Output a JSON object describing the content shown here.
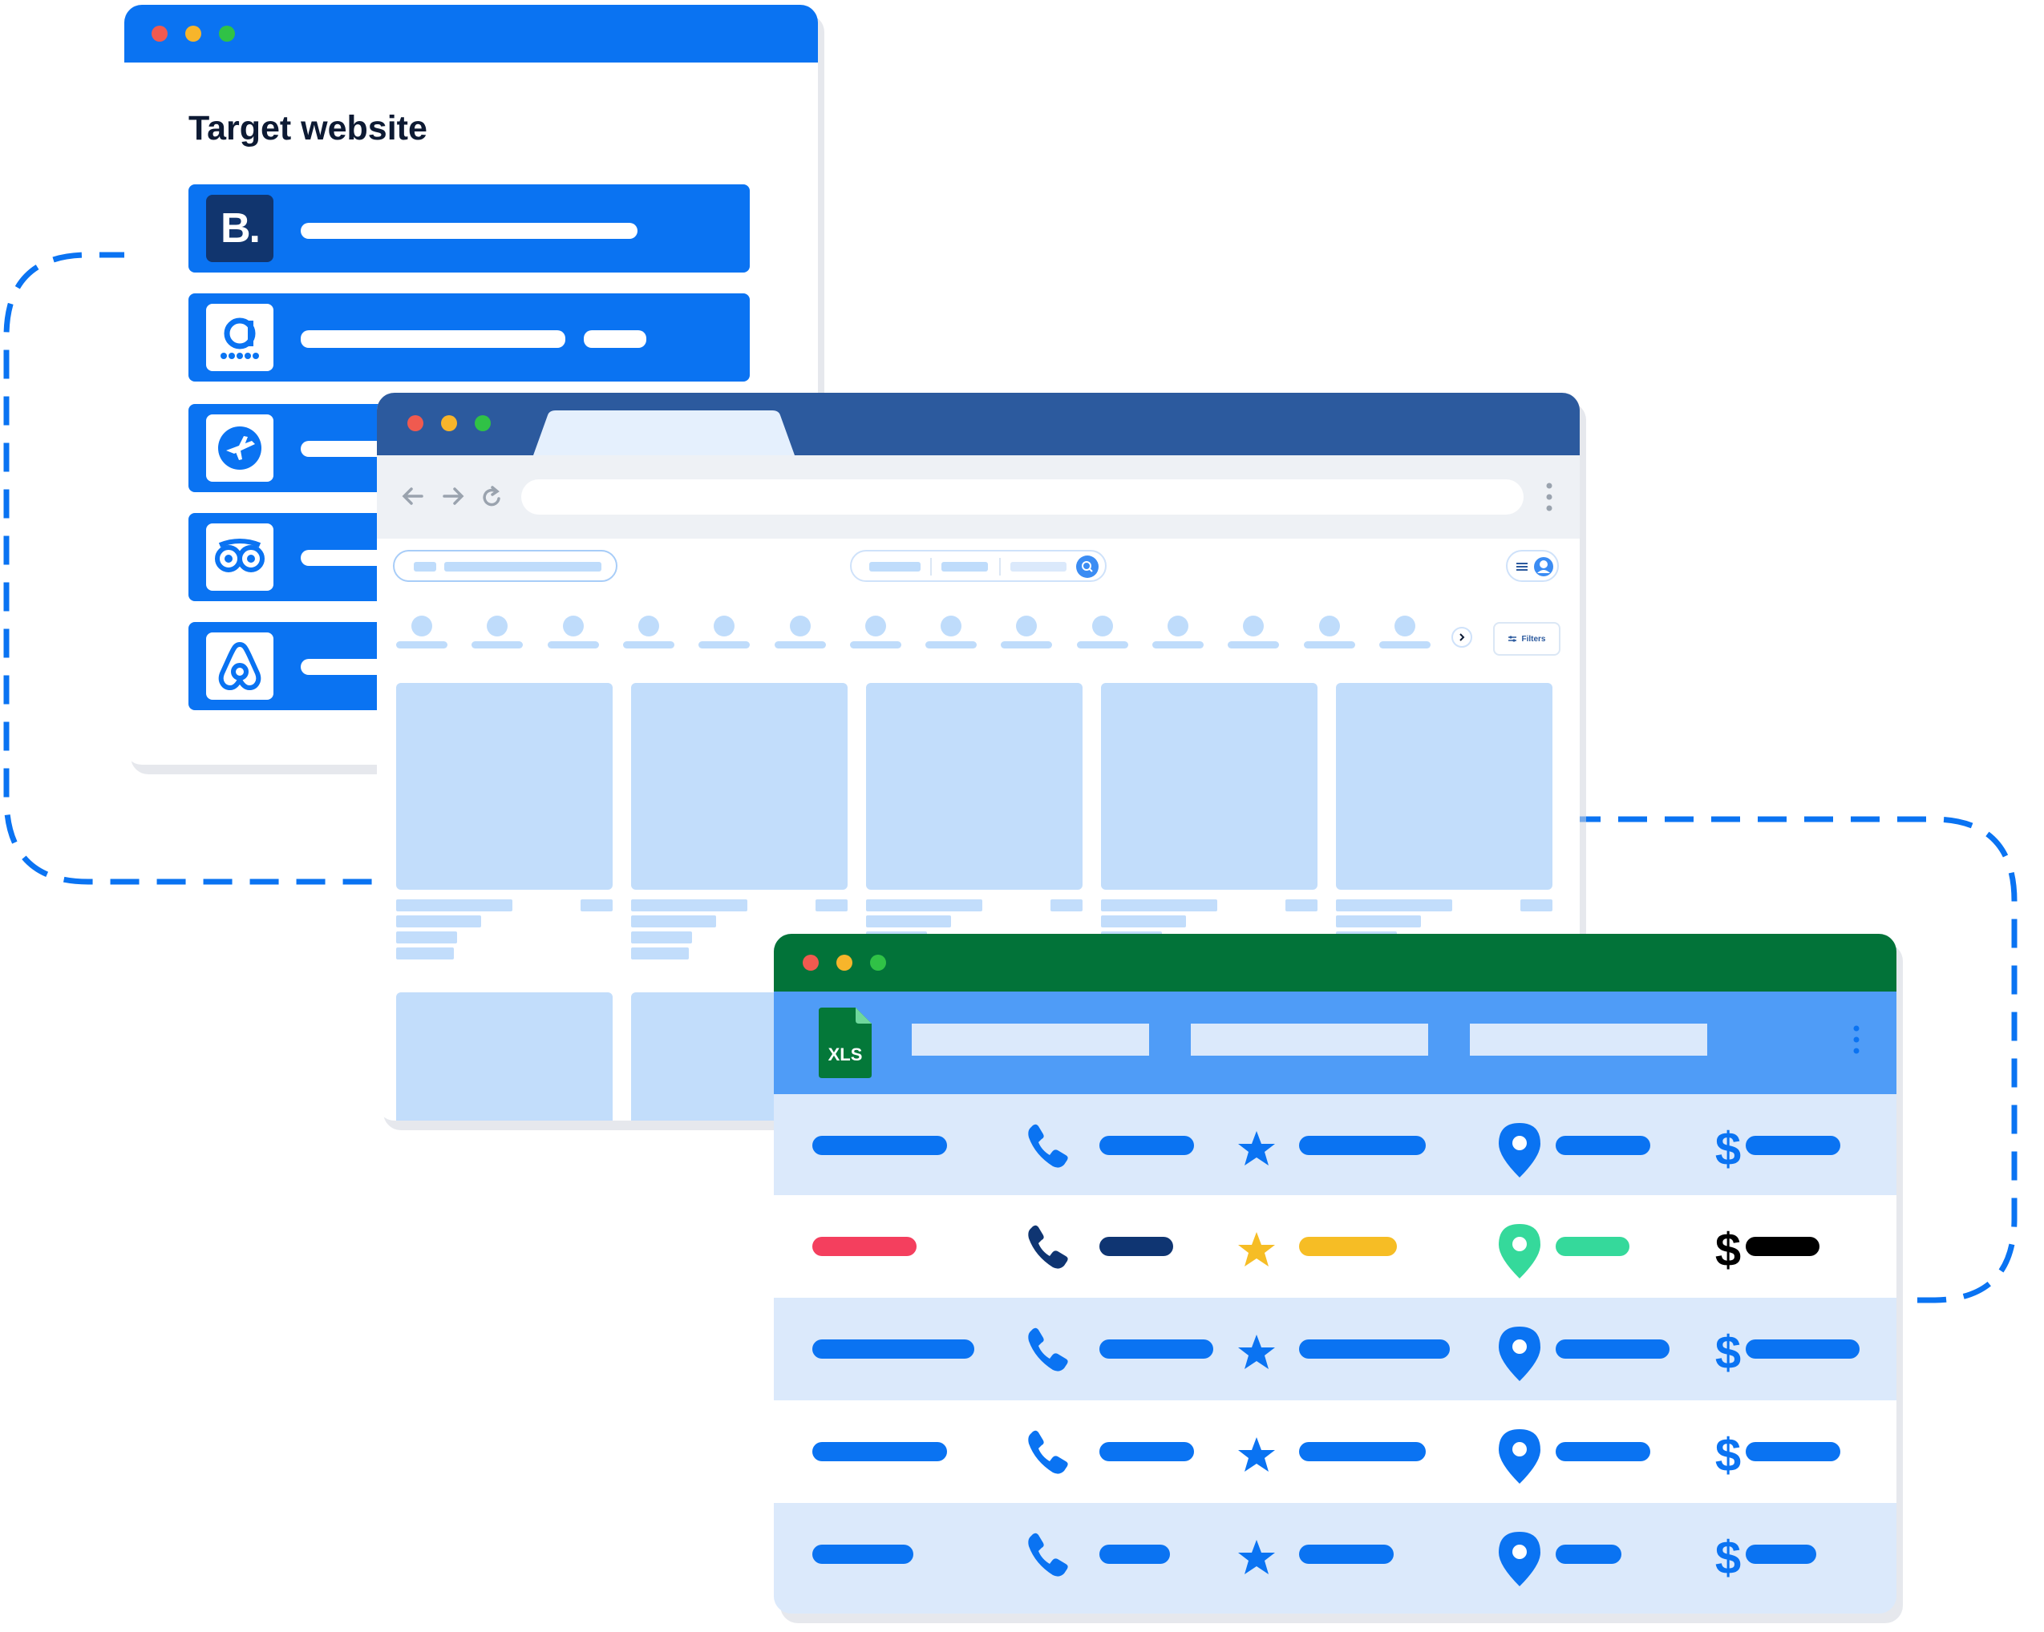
{
  "target_window": {
    "title": "Target website",
    "titlebar_color": "#0a73f2",
    "items": [
      {
        "logo": "booking-logo-icon",
        "logo_text": "B."
      },
      {
        "logo": "agoda-logo-icon"
      },
      {
        "logo": "expedia-logo-icon"
      },
      {
        "logo": "tripadvisor-logo-icon"
      },
      {
        "logo": "airbnb-logo-icon"
      }
    ]
  },
  "browser_window": {
    "titlebar_color": "#2c5a9e",
    "filters_label": "Filters",
    "category_count": 14
  },
  "spreadsheet_window": {
    "titlebar_color": "#027339",
    "header_color": "#4f9cf7",
    "file_badge": "XLS",
    "columns": [
      "name",
      "phone-icon",
      "star-icon",
      "location-pin-icon",
      "dollar-icon"
    ],
    "highlight_colors": {
      "name": "#f43f5e",
      "phone": "#0f3572",
      "rating": "#f6bd25",
      "location": "#35d99b",
      "price": "#000000"
    }
  }
}
